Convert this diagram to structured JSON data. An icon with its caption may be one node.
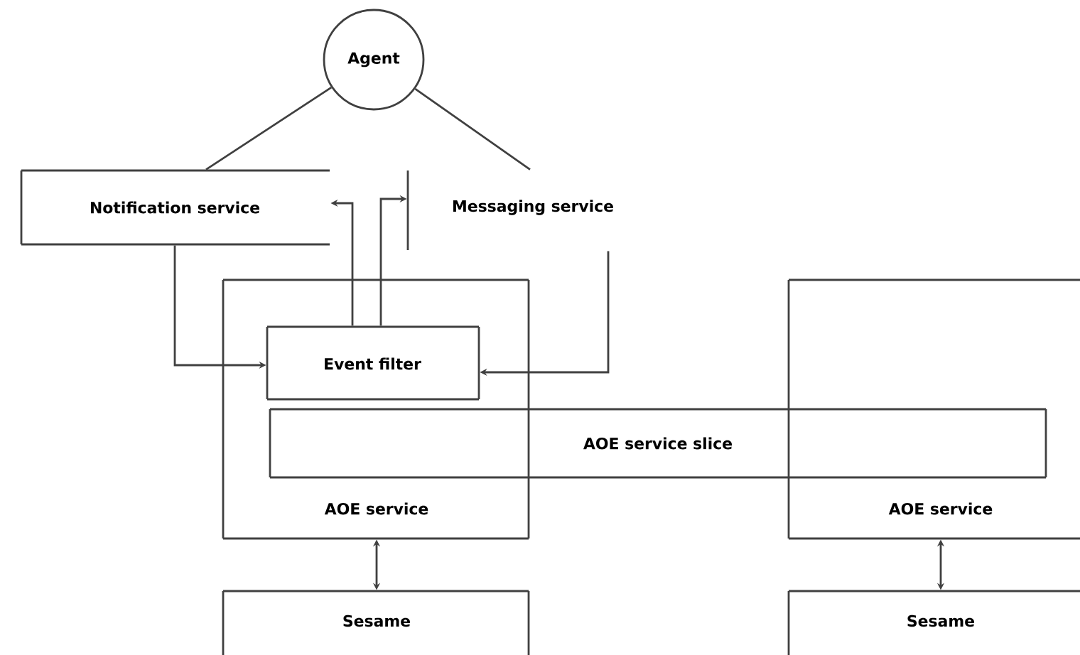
{
  "diagram": {
    "nodes": [
      {
        "text": [
          "Agent"
        ]
      },
      {
        "text": [
          "Notification service"
        ]
      },
      {
        "text": [
          "Messaging service"
        ]
      },
      {
        "text": [
          "AOE service"
        ]
      },
      {
        "text": [
          "Event filter"
        ],
        "in": 3
      },
      {
        "text": [
          "AOE service slice"
        ]
      },
      {
        "text": [
          "AOE service"
        ]
      },
      {
        "text": [
          "Sesame"
        ]
      },
      {
        "text": [
          "Sesame"
        ]
      }
    ],
    "edges": [
      {
        "from": 0,
        "to": 1,
        "arrow": "none"
      },
      {
        "from": 0,
        "to": 2,
        "arrow": "none"
      },
      {
        "from": 1,
        "to": 4,
        "arrow": "to"
      },
      {
        "from": 4,
        "to": 1,
        "arrow": "to"
      },
      {
        "from": 4,
        "to": 2,
        "arrow": "to"
      },
      {
        "from": 2,
        "to": 4,
        "arrow": "to"
      },
      {
        "from": 3,
        "to": 7,
        "arrow": "both"
      },
      {
        "from": 6,
        "to": 8,
        "arrow": "both"
      }
    ]
  }
}
